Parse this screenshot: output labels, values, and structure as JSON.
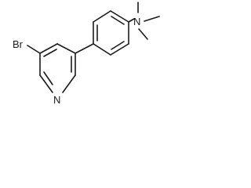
{
  "molecule": {
    "atoms": {
      "bromine": "Br",
      "pyridine_nitrogen": "N",
      "amine_nitrogen": "N"
    }
  }
}
